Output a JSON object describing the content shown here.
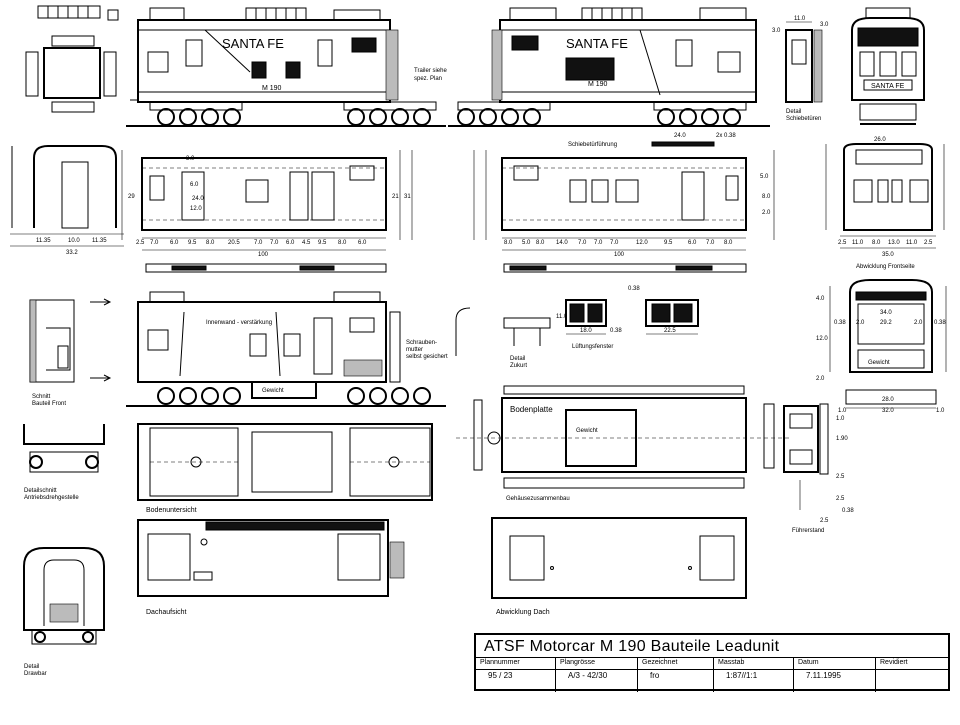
{
  "drawing": {
    "side_lettering": "SANTA FE",
    "car_number": "M 190",
    "front_lettering": "SANTA FE",
    "note_trailer": [
      "Trailer siehe",
      "spez. Plan"
    ],
    "label_detail_schiebetueren": [
      "Detail",
      "Schiebetüren"
    ],
    "label_schiebetuerfuehrung": "Schiebetürführung",
    "label_abwicklung_front": "Abwicklung Frontseite",
    "label_innenwand": "Innenwand - verstärkung",
    "label_schrauben": [
      "Schrauben-",
      "mutter",
      "selbst gesichert"
    ],
    "label_gewicht": "Gewicht",
    "label_schnitt": [
      "Schnitt",
      "Bauteil Front"
    ],
    "label_detail_zukurt": [
      "Detail",
      "Zukurt"
    ],
    "label_lueftungsfenster": "Lüftungsfenster",
    "label_bodenplatte": "Bodenplatte",
    "label_gehaeuse": "Gehäusezusammenbau",
    "label_detailschnitt": [
      "Detailschnitt",
      "Antriebsdrehgestelle"
    ],
    "label_bodenuntersicht": "Bodenuntersicht",
    "label_dachaufsicht": "Dachaufsicht",
    "label_abwicklung_dach": "Abwicklung Dach",
    "label_fuehrerstand": "Führerstand",
    "label_detail_drawbar": [
      "Detail",
      "Drawbar"
    ],
    "dims_front_section": [
      "11.35",
      "10.0",
      "11.35",
      "33.2"
    ],
    "dims_side_a": [
      "2.5",
      "7.0",
      "6.0",
      "9.5",
      "8.0",
      "20.5",
      "7.0",
      "7.0",
      "6.0",
      "4.5",
      "9.5",
      "8.0",
      "6.0"
    ],
    "dims_side_a_total": "100",
    "dims_side_b": [
      "8.0",
      "5.0",
      "8.0",
      "14.0",
      "7.0",
      "7.0",
      "7.0",
      "12.0",
      "9.5",
      "6.0",
      "7.0",
      "8.0"
    ],
    "dims_side_b_total": "100",
    "dims_end": [
      "2.5",
      "11.0",
      "8.0",
      "13.0",
      "11.0",
      "2.5",
      "35.0"
    ],
    "dims_top": [
      "11.0",
      "3.0",
      "3.0",
      "24.0",
      "2x 0.38",
      "0.38"
    ],
    "dims_window": [
      "18.0",
      "0.38",
      "22.5",
      "11.0",
      "0.38"
    ],
    "dims_front_shell": [
      "34.0",
      "2.0",
      "29.2",
      "2.0",
      "0.38",
      "0.38",
      "28.0",
      "32.0",
      "1.0",
      "1.0",
      "4.0",
      "12.0",
      "2.0"
    ],
    "dims_misc": [
      "2.5",
      "0.38",
      "2.5",
      "1.90",
      "1.0",
      "2.5",
      "26.0",
      "29",
      "12.0",
      "6.0",
      "31",
      "21",
      "5.0",
      "3.0",
      "24.0",
      "8.0",
      "2.0"
    ]
  },
  "title_block": {
    "title": "ATSF Motorcar M 190 Bauteile Leadunit",
    "columns": [
      {
        "header": "Plannummer",
        "value": "95 / 23"
      },
      {
        "header": "Plangrösse",
        "value": "A/3 - 42/30"
      },
      {
        "header": "Gezeichnet",
        "value": "fro"
      },
      {
        "header": "Masstab",
        "value": "1:87//1:1"
      },
      {
        "header": "Datum",
        "value": "7.11.1995"
      },
      {
        "header": "Revidiert",
        "value": ""
      }
    ]
  }
}
